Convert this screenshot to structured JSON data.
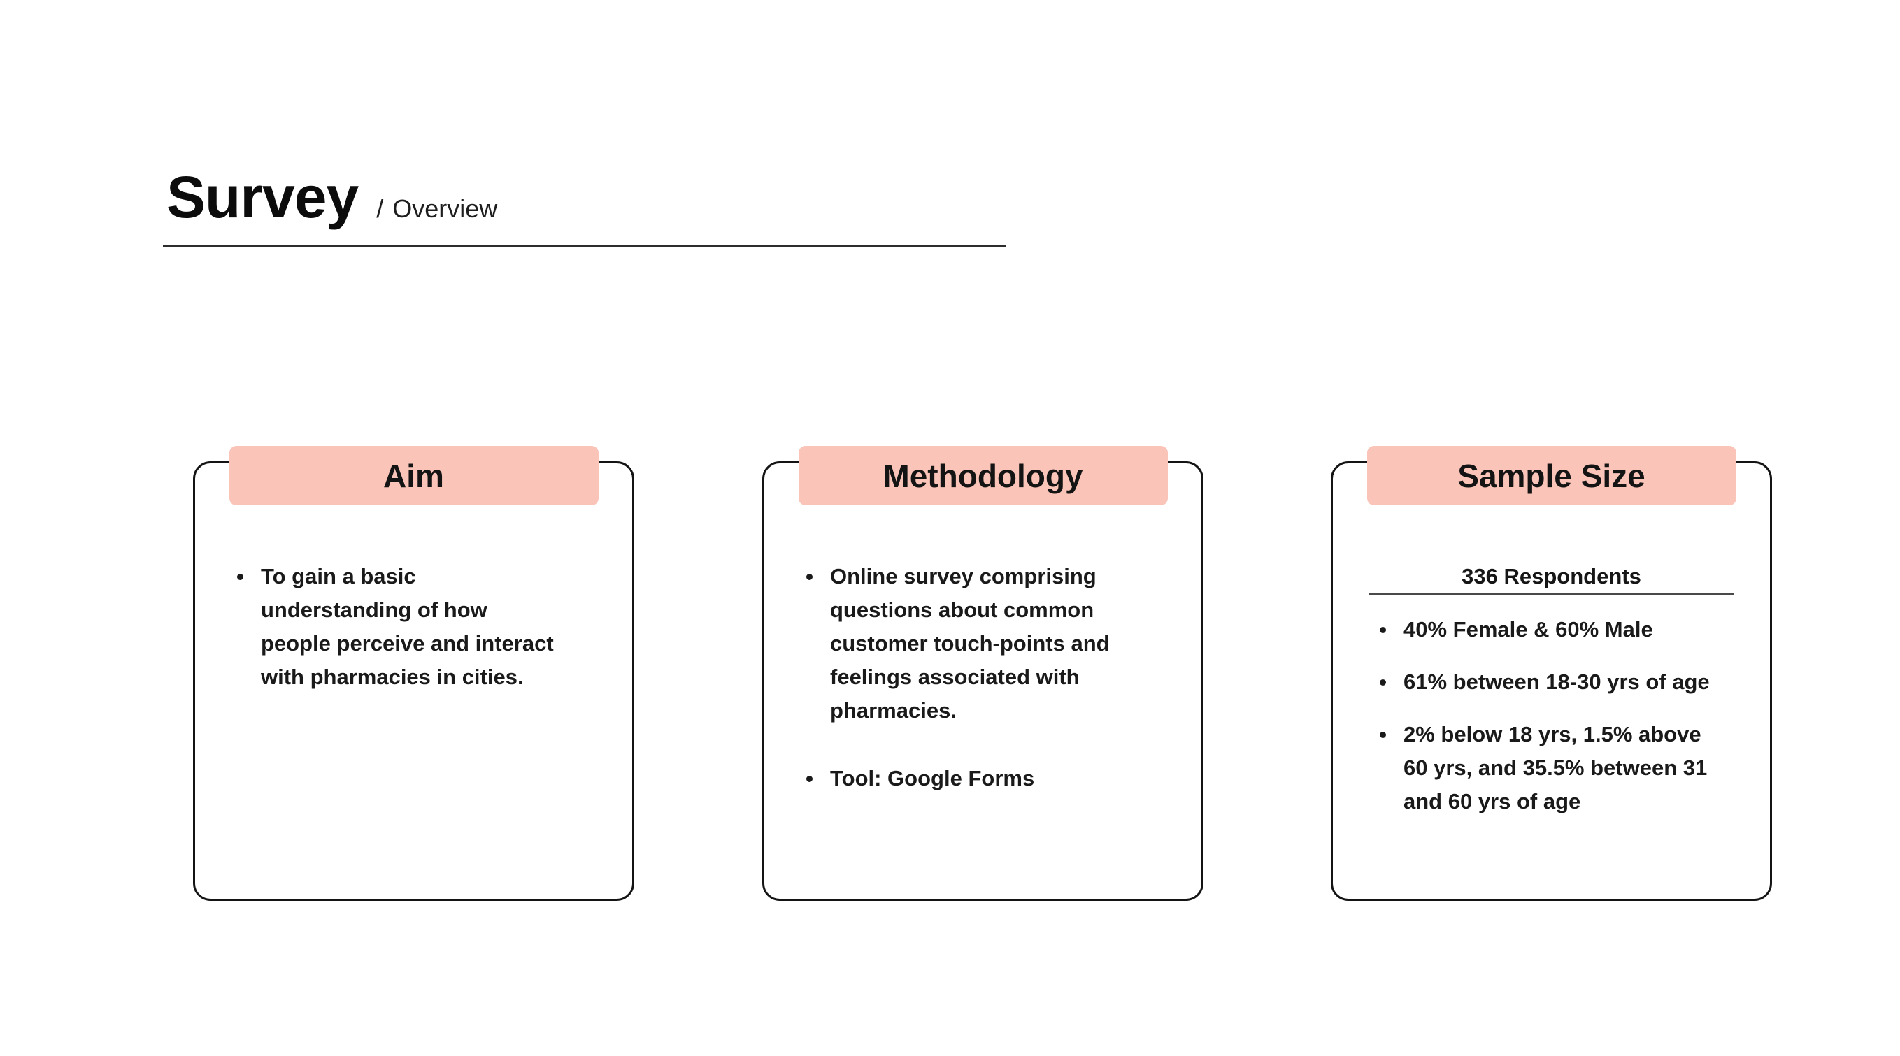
{
  "header": {
    "title": "Survey",
    "separator": "/",
    "subtitle": "Overview"
  },
  "theme": {
    "accent_pink": "#FAC4B9",
    "ink": "#141414",
    "underline": "#2D2D2D",
    "background": "#FFFFFF"
  },
  "cards": [
    {
      "title": "Aim",
      "bullets": [
        "To gain a basic understanding of how people perceive and interact with pharmacies in cities."
      ]
    },
    {
      "title": "Methodology",
      "bullets": [
        "Online survey comprising questions about common customer touch-points and feelings associated with pharmacies.",
        "Tool: Google Forms"
      ]
    },
    {
      "title": "Sample Size",
      "subheading": "336 Respondents",
      "bullets": [
        "40% Female & 60% Male",
        "61% between 18-30 yrs of age",
        "2% below 18 yrs, 1.5% above 60 yrs, and 35.5% between 31 and 60 yrs of age"
      ]
    }
  ]
}
